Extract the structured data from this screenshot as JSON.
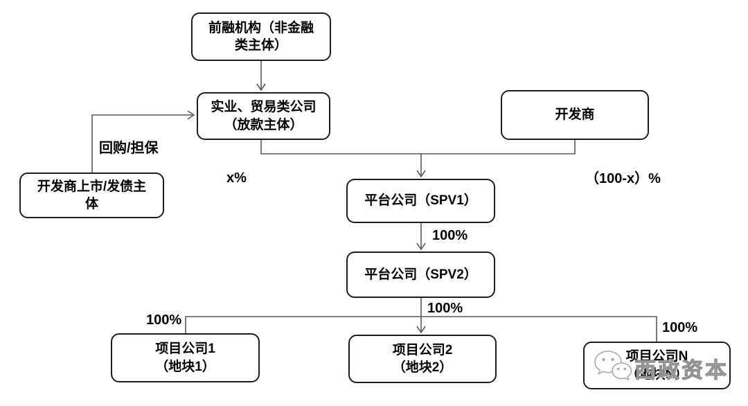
{
  "diagram": {
    "nodes": {
      "pre_financing": {
        "line1": "前融机构（非金融",
        "line2": "类主体）"
      },
      "lender": {
        "line1": "实业、贸易类公司",
        "line2": "（放款主体）"
      },
      "developer": {
        "line1": "开发商"
      },
      "listed_entity": {
        "line1": "开发商上市/发债主",
        "line2": "体"
      },
      "spv1": {
        "line1": "平台公司（SPV1）"
      },
      "spv2": {
        "line1": "平台公司（SPV2）"
      },
      "project1": {
        "line1": "项目公司1",
        "line2": "（地块1）"
      },
      "project2": {
        "line1": "项目公司2",
        "line2": "（地块2）"
      },
      "projectN": {
        "line1": "项目公司N",
        "line2": "（地块N）"
      }
    },
    "edge_labels": {
      "repurchase_guarantee": "回购/担保",
      "x_pct": "x%",
      "hundred_minus_x_pct": "（100-x）%",
      "pct_spv1_to_spv2": "100%",
      "pct_spv2_to_project2": "100%",
      "pct_project1": "100%",
      "pct_projectN": "100%"
    },
    "watermark": {
      "text": "西政资本",
      "icon": "wechat-icon"
    },
    "colors": {
      "line": "#595959",
      "box_border": "#1c1c1c",
      "text": "#000000",
      "watermark": "#c7c7c7",
      "background": "#ffffff"
    }
  }
}
